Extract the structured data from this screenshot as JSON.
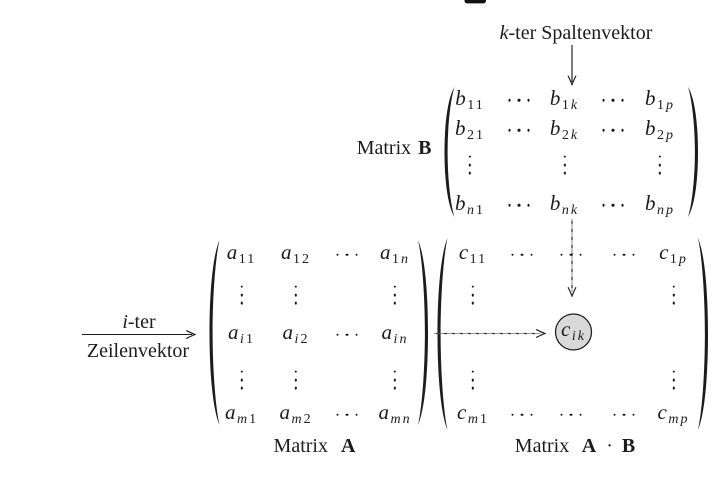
{
  "figure": {
    "background": "#ffffff",
    "ink": "#1c1c1c",
    "highlight_circle_fill": "#d9d9d9",
    "description": "Falk scheme of matrix multiplication"
  },
  "annotations": {
    "column_vector": {
      "var": "k",
      "text": "-ter Spaltenvektor"
    },
    "row_vector_line1": {
      "var": "i",
      "text": "-ter"
    },
    "row_vector_line2": "Zeilenvektor"
  },
  "captions": {
    "matrix_b": {
      "word": "Matrix",
      "symbol": "B"
    },
    "matrix_a": {
      "word": "Matrix",
      "symbol": "A"
    },
    "product": {
      "word": "Matrix",
      "symbol_a": "A",
      "dot": "·",
      "symbol_b": "B"
    }
  },
  "matrices": {
    "a": {
      "name": "matrix-a",
      "grid": [
        [
          [
            "a",
            "11"
          ],
          [
            "a",
            "12"
          ],
          "⋯",
          [
            "a",
            "1n"
          ]
        ],
        [
          "⋮",
          "⋮",
          "",
          "⋮"
        ],
        [
          [
            "a",
            "i1"
          ],
          [
            "a",
            "i2"
          ],
          "⋯",
          [
            "a",
            "in"
          ]
        ],
        [
          "⋮",
          "⋮",
          "",
          "⋮"
        ],
        [
          [
            "a",
            "m1"
          ],
          [
            "a",
            "m2"
          ],
          "⋯",
          [
            "a",
            "mn"
          ]
        ]
      ]
    },
    "b": {
      "name": "matrix-b",
      "grid": [
        [
          [
            "b",
            "11"
          ],
          "⋯",
          [
            "b",
            "1k"
          ],
          "⋯",
          [
            "b",
            "1p"
          ]
        ],
        [
          [
            "b",
            "21"
          ],
          "⋯",
          [
            "b",
            "2k"
          ],
          "⋯",
          [
            "b",
            "2p"
          ]
        ],
        [
          "⋮",
          "",
          "⋮",
          "",
          "⋮"
        ],
        [
          [
            "b",
            "n1"
          ],
          "⋯",
          [
            "b",
            "nk"
          ],
          "⋯",
          [
            "b",
            "np"
          ]
        ]
      ]
    },
    "c": {
      "name": "matrix-product",
      "grid": [
        [
          [
            "c",
            "11"
          ],
          "⋯",
          "⋯",
          "⋯",
          [
            "c",
            "1p"
          ]
        ],
        [
          "⋮",
          "",
          "",
          "",
          "⋮"
        ],
        [
          "",
          "",
          "",
          "",
          ""
        ],
        [
          "⋮",
          "",
          "",
          "",
          "⋮"
        ],
        [
          [
            "c",
            "m1"
          ],
          "⋯",
          "⋯",
          "⋯",
          [
            "c",
            "mp"
          ]
        ]
      ]
    }
  },
  "highlight_entry": {
    "var": "c",
    "sub": "ik"
  }
}
